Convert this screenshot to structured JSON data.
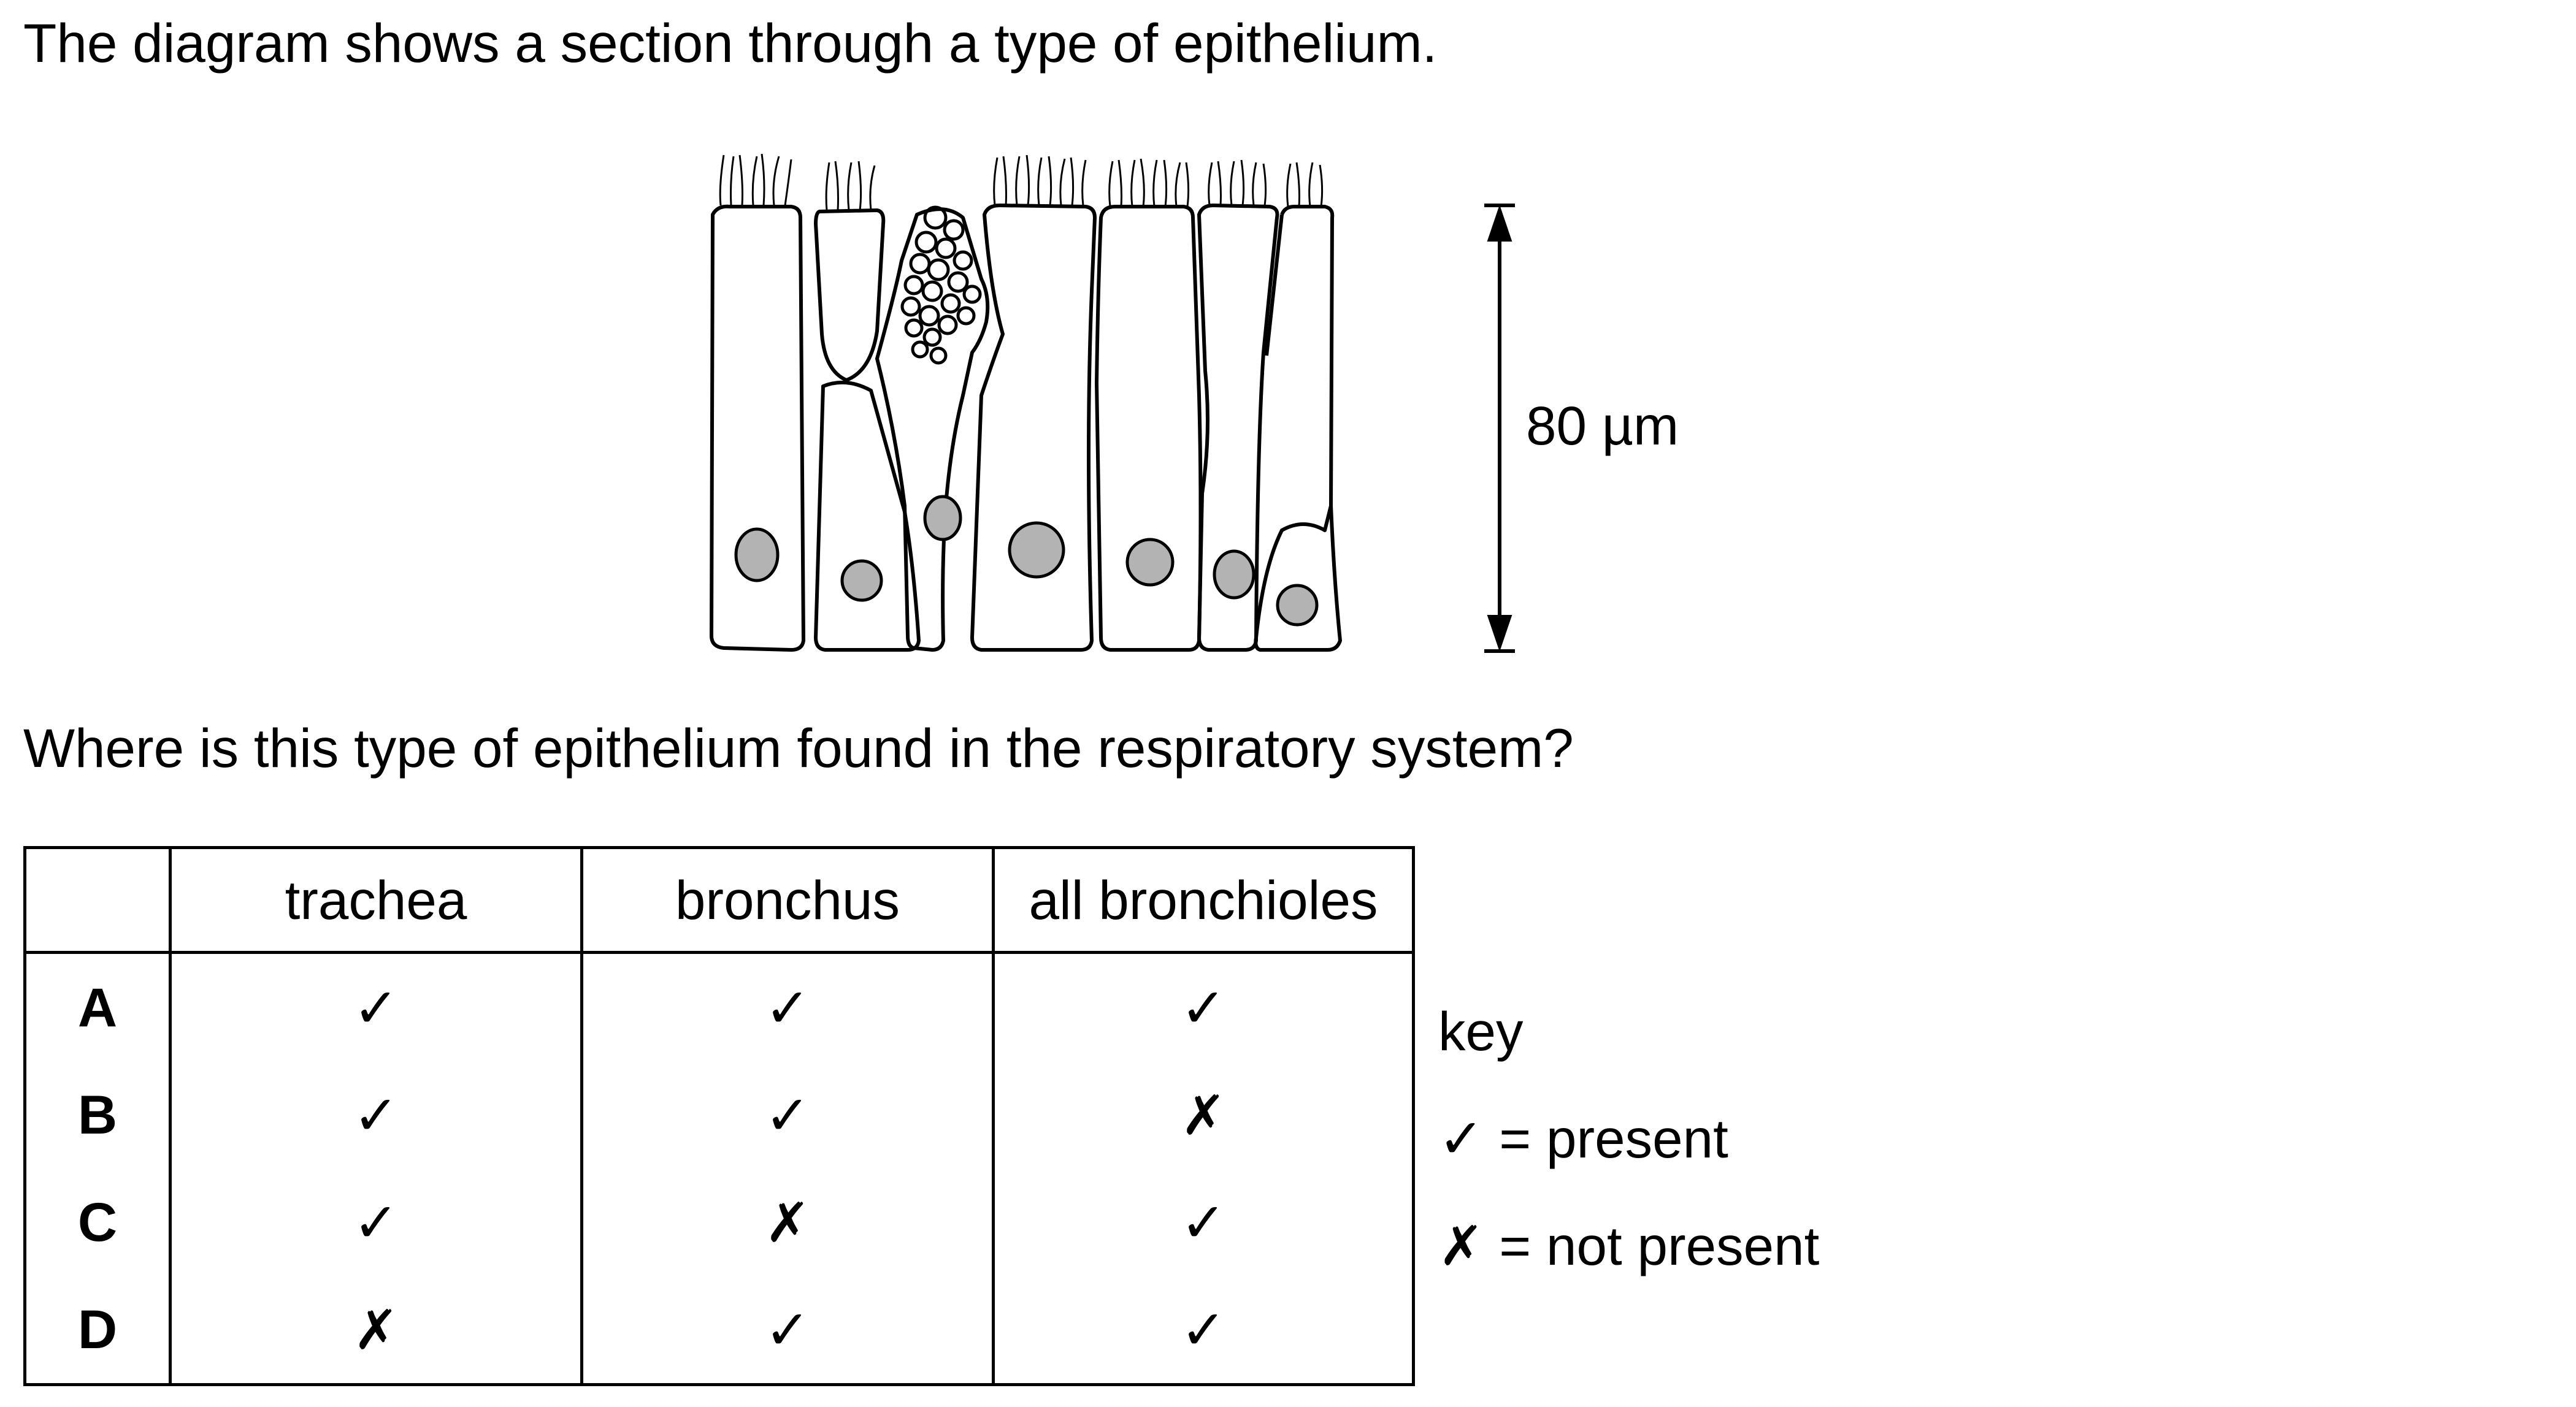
{
  "stem": "The diagram shows a section through a type of epithelium.",
  "diagram": {
    "scale_label": "80 µm"
  },
  "question": "Where is this type of epithelium found in the respiratory system?",
  "table": {
    "headers": [
      "",
      "trachea",
      "bronchus",
      "all bronchioles"
    ],
    "rows": [
      {
        "letter": "A",
        "marks": [
          "✓",
          "✓",
          "✓"
        ]
      },
      {
        "letter": "B",
        "marks": [
          "✓",
          "✓",
          "✗"
        ]
      },
      {
        "letter": "C",
        "marks": [
          "✓",
          "✗",
          "✓"
        ]
      },
      {
        "letter": "D",
        "marks": [
          "✗",
          "✓",
          "✓"
        ]
      }
    ]
  },
  "key": {
    "title": "key",
    "present": "✓ = present",
    "not_present": "✗ = not present"
  }
}
